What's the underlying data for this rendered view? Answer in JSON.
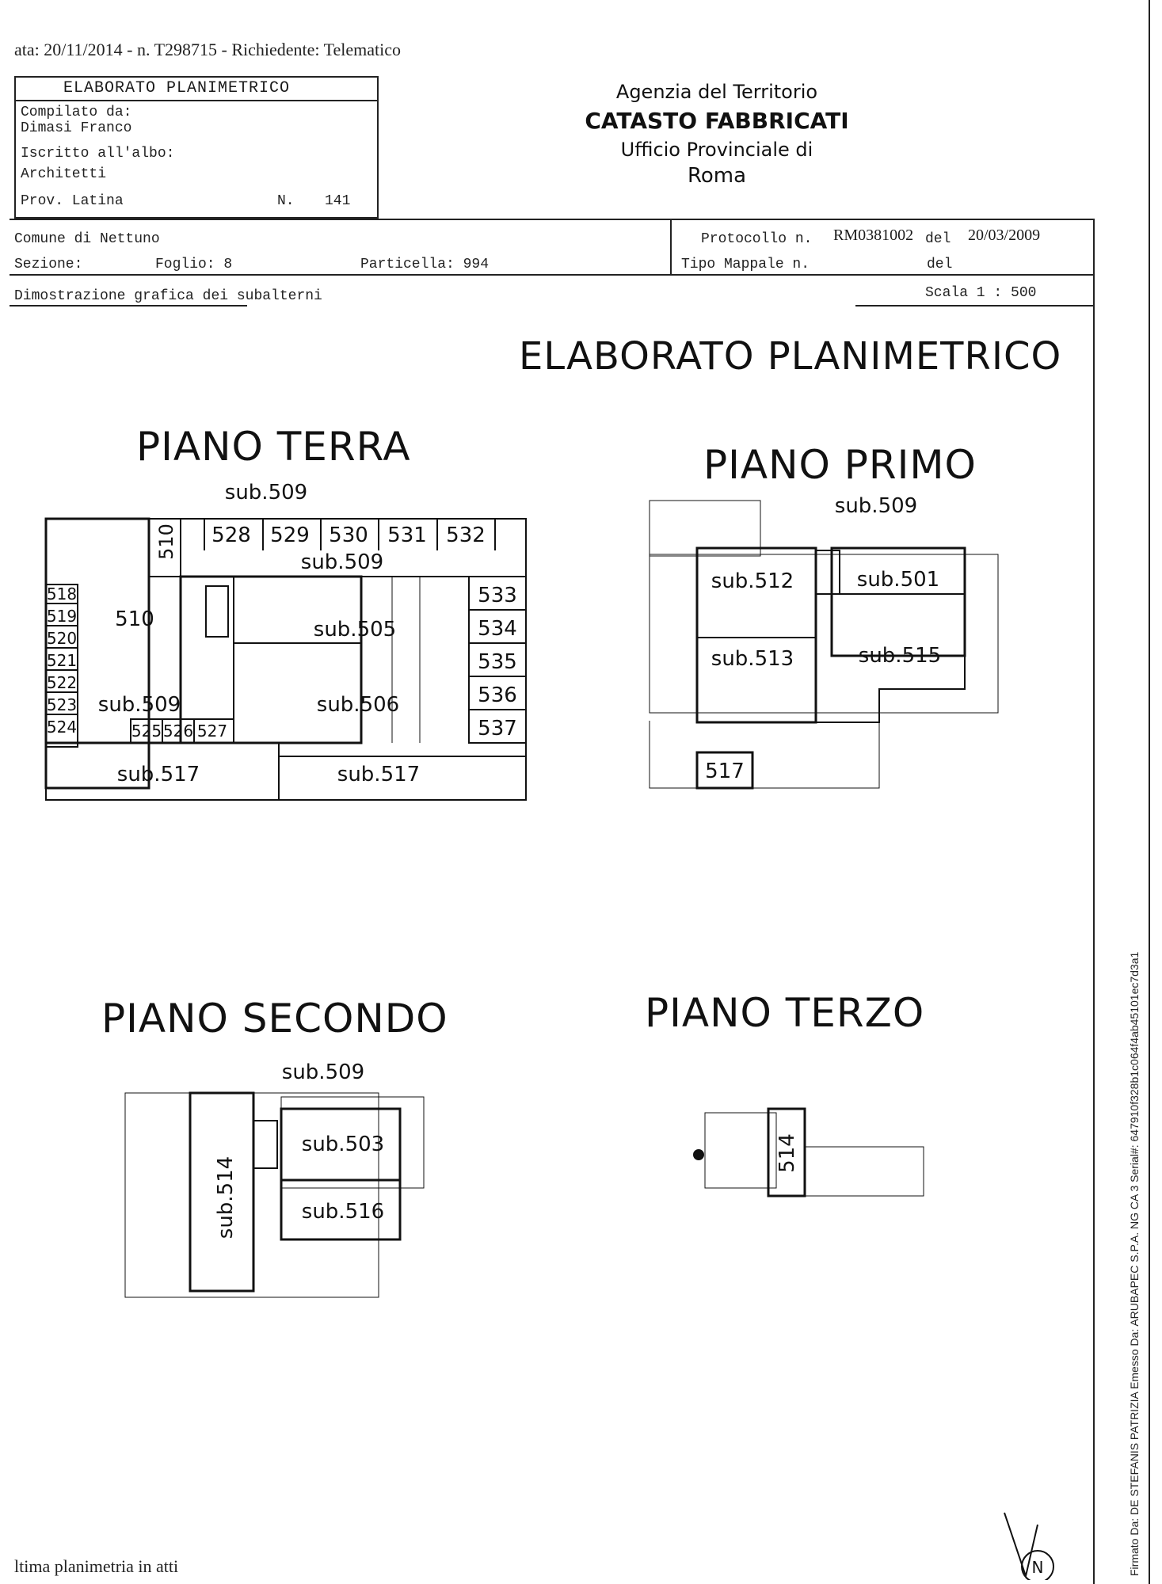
{
  "header": {
    "request_line": "ata: 20/11/2014 - n. T298715 - Richiedente: Telematico",
    "left_box": {
      "title": "ELABORATO PLANIMETRICO",
      "compiled_by_label": "Compilato da:",
      "compiled_by": "Dimasi Franco",
      "register_label": "Iscritto all'albo:",
      "register": "Architetti",
      "province": "Prov. Latina",
      "number_label": "N.",
      "number": "141"
    },
    "agency": {
      "line1": "Agenzia del Territorio",
      "line2": "CATASTO FABBRICATI",
      "line3": "Ufficio Provinciale di",
      "line4": "Roma"
    },
    "row1": {
      "comune": "Comune di Nettuno",
      "protocollo_label": "Protocollo n.",
      "protocollo": "RM0381002",
      "del_label": "del",
      "date": "20/03/2009"
    },
    "row2": {
      "sezione": "Sezione:",
      "foglio": "Foglio: 8",
      "particella": "Particella: 994",
      "tipo_mappale": "Tipo Mappale n.",
      "del_label": "del"
    },
    "row3": {
      "dimostrazione": "Dimostrazione grafica dei subalterni",
      "scala": "Scala 1 : 500"
    }
  },
  "main_title": "ELABORATO PLANIMETRICO",
  "floors": {
    "terra": {
      "title": "PIANO TERRA",
      "labels": [
        "sub.509",
        "510",
        "528",
        "529",
        "530",
        "531",
        "532",
        "sub.509",
        "533",
        "534",
        "535",
        "536",
        "537",
        "518",
        "519",
        "520",
        "521",
        "522",
        "523",
        "524",
        "510",
        "sub.505",
        "sub.509",
        "sub.506",
        "525",
        "526",
        "527",
        "sub.517",
        "sub.517"
      ]
    },
    "primo": {
      "title": "PIANO PRIMO",
      "labels": [
        "sub.509",
        "sub.512",
        "sub.501",
        "sub.513",
        "sub.515",
        "517"
      ]
    },
    "secondo": {
      "title": "PIANO SECONDO",
      "labels": [
        "sub.509",
        "sub.503",
        "sub.514",
        "sub.516"
      ]
    },
    "terzo": {
      "title": "PIANO TERZO",
      "labels": [
        "514"
      ]
    }
  },
  "footer": {
    "note": "ltima planimetria in atti"
  },
  "side_text": {
    "right": "Firmato Da: DE STEFANIS PATRIZIA Emesso Da: ARUBAPEC S.P.A. NG CA 3 Serial#: 647910f328b1c064f4ab45101ec7d3a1"
  },
  "north_arrow": {
    "letter": "N"
  }
}
